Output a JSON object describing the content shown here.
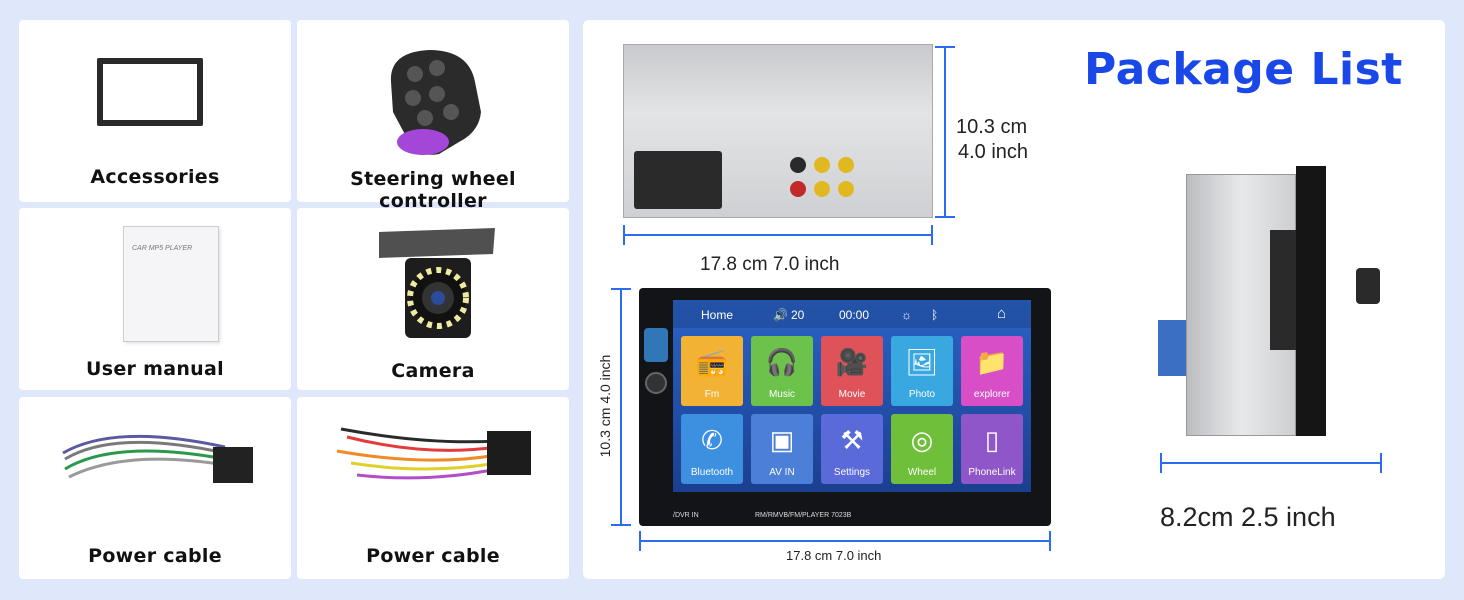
{
  "title": "Package List",
  "items": [
    {
      "label": "Accessories",
      "icon": "frame-icon"
    },
    {
      "label": "Steering wheel controller",
      "icon": "steering-remote-icon"
    },
    {
      "label": "User manual",
      "icon": "manual-icon"
    },
    {
      "label": "Camera",
      "icon": "camera-icon"
    },
    {
      "label": "Power cable",
      "icon": "cable-icon"
    },
    {
      "label": "Power cable",
      "icon": "harness-icon"
    }
  ],
  "manual_cover": "CAR MP5 PLAYER",
  "rear_view": {
    "height_cm": "10.3 cm",
    "height_inch": "4.0 inch",
    "width": "17.8 cm 7.0 inch"
  },
  "front_view": {
    "height": "10.3 cm 4.0 inch",
    "width": "17.8 cm 7.0 inch",
    "bottom_left": "/DVR IN",
    "model": "RM/RMVB/FM/PLAYER 7023B",
    "status": {
      "home": "Home",
      "volume": "20",
      "time": "00:00"
    },
    "apps": [
      {
        "label": "Fm",
        "color": "#f2b233",
        "glyph": "📻"
      },
      {
        "label": "Music",
        "color": "#6cc24a",
        "glyph": "🎧"
      },
      {
        "label": "Movie",
        "color": "#e0525a",
        "glyph": "🎥"
      },
      {
        "label": "Photo",
        "color": "#3aa8e0",
        "glyph": "🖼"
      },
      {
        "label": "explorer",
        "color": "#d74ec6",
        "glyph": "📁"
      },
      {
        "label": "Bluetooth",
        "color": "#3d8fe0",
        "glyph": "✆"
      },
      {
        "label": "AV IN",
        "color": "#4b7fd8",
        "glyph": "▣"
      },
      {
        "label": "Settings",
        "color": "#5a6ad8",
        "glyph": "⚒"
      },
      {
        "label": "Wheel",
        "color": "#6fbf3a",
        "glyph": "◎"
      },
      {
        "label": "PhoneLink",
        "color": "#8e56c9",
        "glyph": "▯"
      }
    ]
  },
  "side_view": {
    "depth": "8.2cm 2.5 inch"
  }
}
